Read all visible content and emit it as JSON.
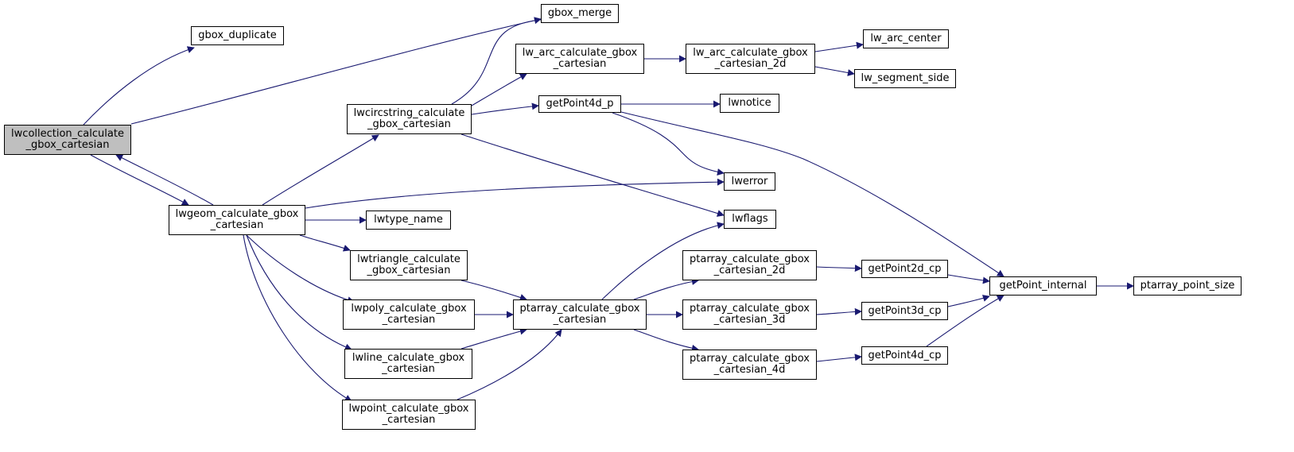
{
  "colors": {
    "edge": "#191970",
    "node_border": "#000000",
    "node_fill": "#ffffff",
    "root_fill": "#bfbfbf"
  },
  "nodes": {
    "lwcollection": {
      "label": "lwcollection_calculate\n_gbox_cartesian",
      "root": true
    },
    "gbox_duplicate": {
      "label": "gbox_duplicate"
    },
    "gbox_merge": {
      "label": "gbox_merge"
    },
    "lwgeom": {
      "label": "lwgeom_calculate_gbox\n_cartesian"
    },
    "lwcircstring": {
      "label": "lwcircstring_calculate\n_gbox_cartesian"
    },
    "lw_arc_calc": {
      "label": "lw_arc_calculate_gbox\n_cartesian"
    },
    "lw_arc_calc_2d": {
      "label": "lw_arc_calculate_gbox\n_cartesian_2d"
    },
    "lw_arc_center": {
      "label": "lw_arc_center"
    },
    "lw_segment_side": {
      "label": "lw_segment_side"
    },
    "getPoint4d_p": {
      "label": "getPoint4d_p"
    },
    "lwnotice": {
      "label": "lwnotice"
    },
    "lwerror": {
      "label": "lwerror"
    },
    "lwflags": {
      "label": "lwflags"
    },
    "lwtype_name": {
      "label": "lwtype_name"
    },
    "lwtriangle": {
      "label": "lwtriangle_calculate\n_gbox_cartesian"
    },
    "lwpoly": {
      "label": "lwpoly_calculate_gbox\n_cartesian"
    },
    "lwline": {
      "label": "lwline_calculate_gbox\n_cartesian"
    },
    "lwpoint": {
      "label": "lwpoint_calculate_gbox\n_cartesian"
    },
    "ptarray_calc": {
      "label": "ptarray_calculate_gbox\n_cartesian"
    },
    "ptarray_2d": {
      "label": "ptarray_calculate_gbox\n_cartesian_2d"
    },
    "ptarray_3d": {
      "label": "ptarray_calculate_gbox\n_cartesian_3d"
    },
    "ptarray_4d": {
      "label": "ptarray_calculate_gbox\n_cartesian_4d"
    },
    "getPoint2d_cp": {
      "label": "getPoint2d_cp"
    },
    "getPoint3d_cp": {
      "label": "getPoint3d_cp"
    },
    "getPoint4d_cp": {
      "label": "getPoint4d_cp"
    },
    "getPoint_internal": {
      "label": "getPoint_internal"
    },
    "ptarray_point_size": {
      "label": "ptarray_point_size"
    }
  },
  "edges": [
    [
      "lwcollection",
      "gbox_duplicate"
    ],
    [
      "lwcollection",
      "gbox_merge"
    ],
    [
      "lwcollection",
      "lwgeom"
    ],
    [
      "lwgeom",
      "lwcollection"
    ],
    [
      "lwgeom",
      "lwcircstring"
    ],
    [
      "lwgeom",
      "lwerror"
    ],
    [
      "lwgeom",
      "lwtype_name"
    ],
    [
      "lwgeom",
      "lwtriangle"
    ],
    [
      "lwgeom",
      "lwpoly"
    ],
    [
      "lwgeom",
      "lwline"
    ],
    [
      "lwgeom",
      "lwpoint"
    ],
    [
      "lwcircstring",
      "gbox_merge"
    ],
    [
      "lwcircstring",
      "lw_arc_calc"
    ],
    [
      "lwcircstring",
      "getPoint4d_p"
    ],
    [
      "lwcircstring",
      "lwflags"
    ],
    [
      "lw_arc_calc",
      "lw_arc_calc_2d"
    ],
    [
      "lw_arc_calc_2d",
      "lw_arc_center"
    ],
    [
      "lw_arc_calc_2d",
      "lw_segment_side"
    ],
    [
      "getPoint4d_p",
      "lwnotice"
    ],
    [
      "getPoint4d_p",
      "lwerror"
    ],
    [
      "getPoint4d_p",
      "getPoint_internal"
    ],
    [
      "lwtriangle",
      "ptarray_calc"
    ],
    [
      "lwpoly",
      "ptarray_calc"
    ],
    [
      "lwline",
      "ptarray_calc"
    ],
    [
      "lwpoint",
      "ptarray_calc"
    ],
    [
      "ptarray_calc",
      "lwflags"
    ],
    [
      "ptarray_calc",
      "ptarray_2d"
    ],
    [
      "ptarray_calc",
      "ptarray_3d"
    ],
    [
      "ptarray_calc",
      "ptarray_4d"
    ],
    [
      "ptarray_2d",
      "getPoint2d_cp"
    ],
    [
      "ptarray_3d",
      "getPoint3d_cp"
    ],
    [
      "ptarray_4d",
      "getPoint4d_cp"
    ],
    [
      "getPoint2d_cp",
      "getPoint_internal"
    ],
    [
      "getPoint3d_cp",
      "getPoint_internal"
    ],
    [
      "getPoint4d_cp",
      "getPoint_internal"
    ],
    [
      "getPoint_internal",
      "ptarray_point_size"
    ]
  ]
}
